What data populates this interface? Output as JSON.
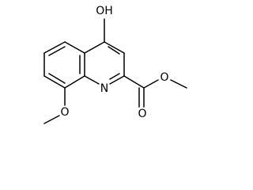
{
  "molecule": {
    "atoms": {
      "hydroxyl": "OH",
      "ring_nitrogen": "N",
      "carbonyl_oxygen": "O",
      "ester_oxygen": "O",
      "methoxy_oxygen": "O"
    },
    "colors": {
      "bond": "#000000",
      "label": "#000000",
      "background": "#ffffff"
    }
  }
}
